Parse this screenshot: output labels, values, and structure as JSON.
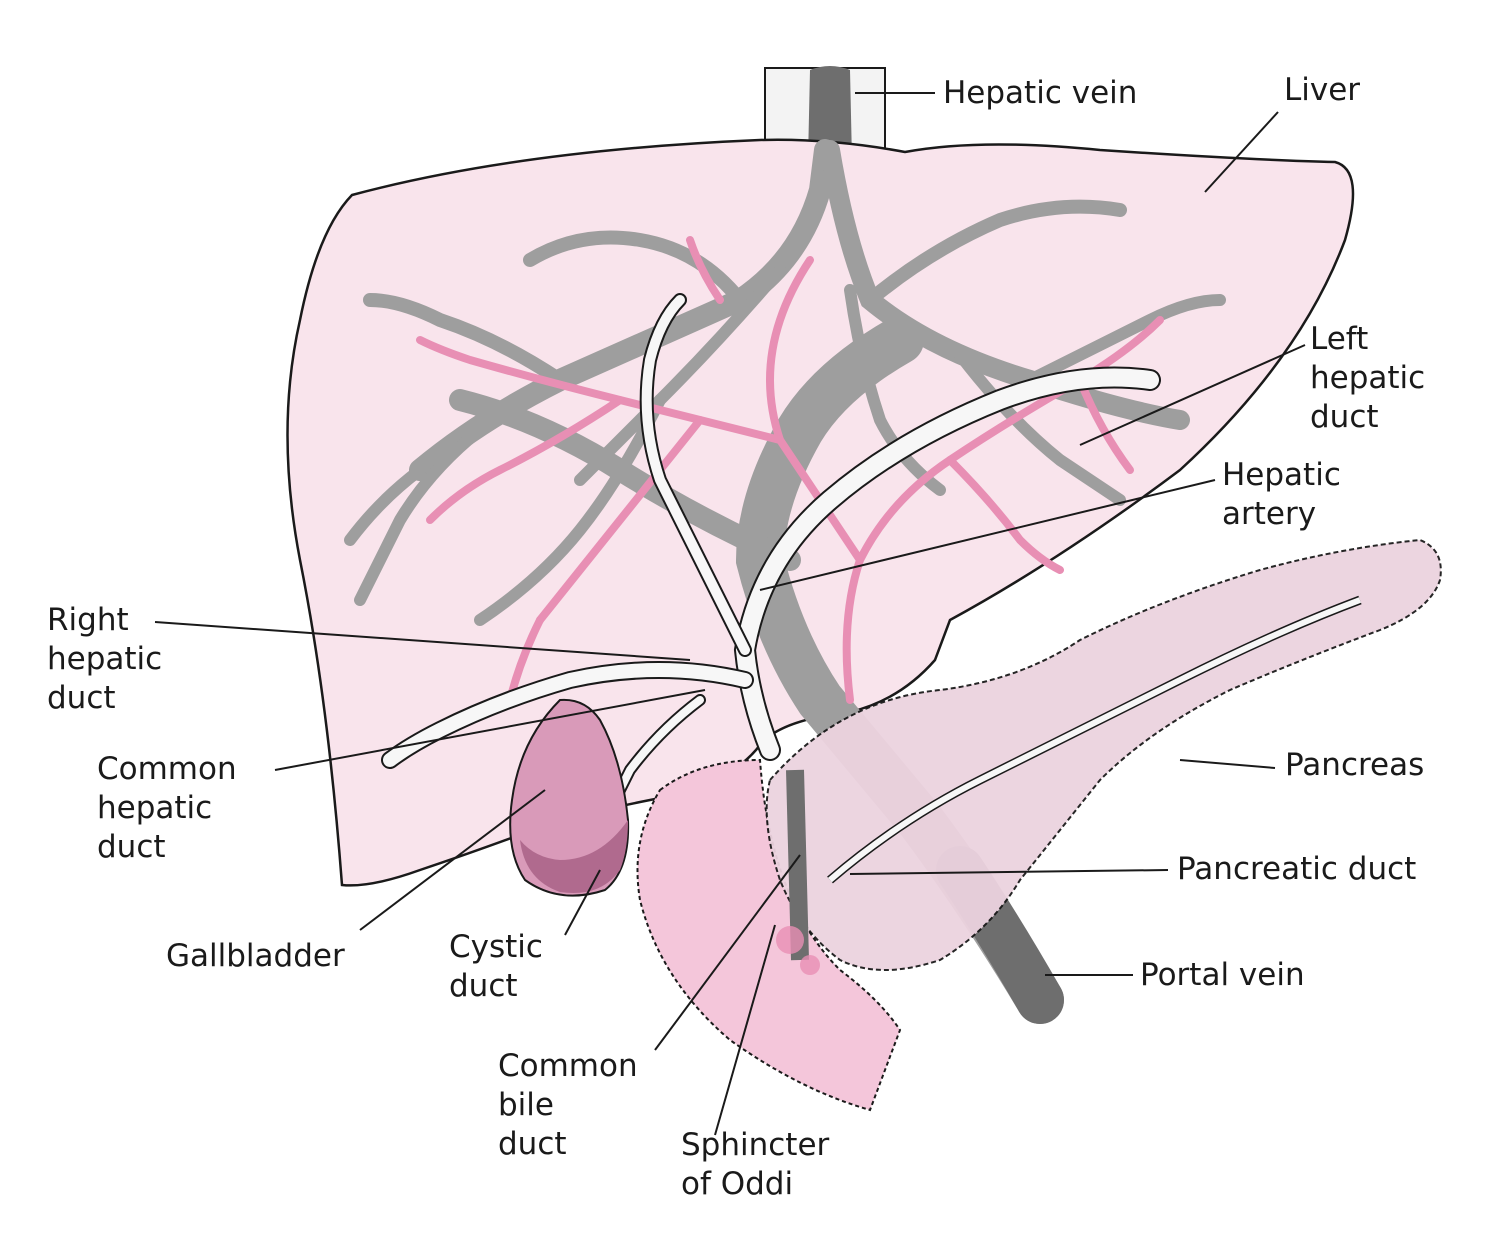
{
  "labels": {
    "hepatic_vein": "Hepatic vein",
    "liver": "Liver",
    "left_hepatic_duct": [
      "Left",
      "hepatic",
      "duct"
    ],
    "hepatic_artery": [
      "Hepatic",
      "artery"
    ],
    "right_hepatic_duct": [
      "Right",
      "hepatic",
      "duct"
    ],
    "common_hepatic_duct": [
      "Common",
      "hepatic",
      "duct"
    ],
    "pancreas": "Pancreas",
    "pancreatic_duct": "Pancreatic duct",
    "portal_vein": "Portal vein",
    "gallbladder": "Gallbladder",
    "cystic_duct": [
      "Cystic",
      "duct"
    ],
    "common_bile_duct": [
      "Common",
      "bile",
      "duct"
    ],
    "sphincter_of_oddi": [
      "Sphincter",
      "of Oddi"
    ]
  },
  "colors": {
    "liver_fill": "#f9e4ec",
    "outline": "#1a1a1a",
    "vein_gray": "#9e9e9e",
    "vein_dark": "#6e6e6e",
    "artery_pink": "#e88fb4",
    "duct_white": "#f7f7f7",
    "gallbladder": "#d99ab9",
    "gallbladder_dark": "#b06a8e",
    "pancreas": "#ecd3df",
    "duodenum": "#f4c6da"
  }
}
